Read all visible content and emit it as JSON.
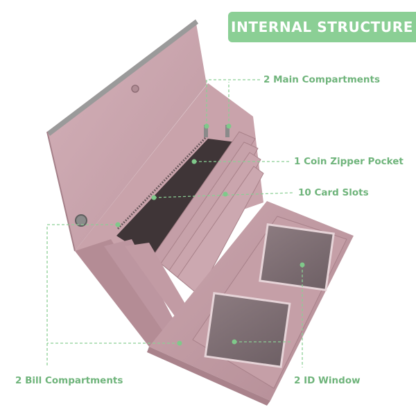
{
  "title": "INTERNAL STRUCTURE",
  "callouts": {
    "main_compartments": "2 Main Compartments",
    "coin_pocket": "1 Coin Zipper Pocket",
    "card_slots": "10 Card Slots",
    "bill_compartments": "2 Bill Compartments",
    "id_window": "2 ID Window"
  },
  "colors": {
    "accent_green": "#8bcf95",
    "label_green": "#6fb47b",
    "wallet_pink": "#c9a3ab"
  },
  "icons": [
    "button-snap-icon",
    "zipper-pull-icon"
  ]
}
